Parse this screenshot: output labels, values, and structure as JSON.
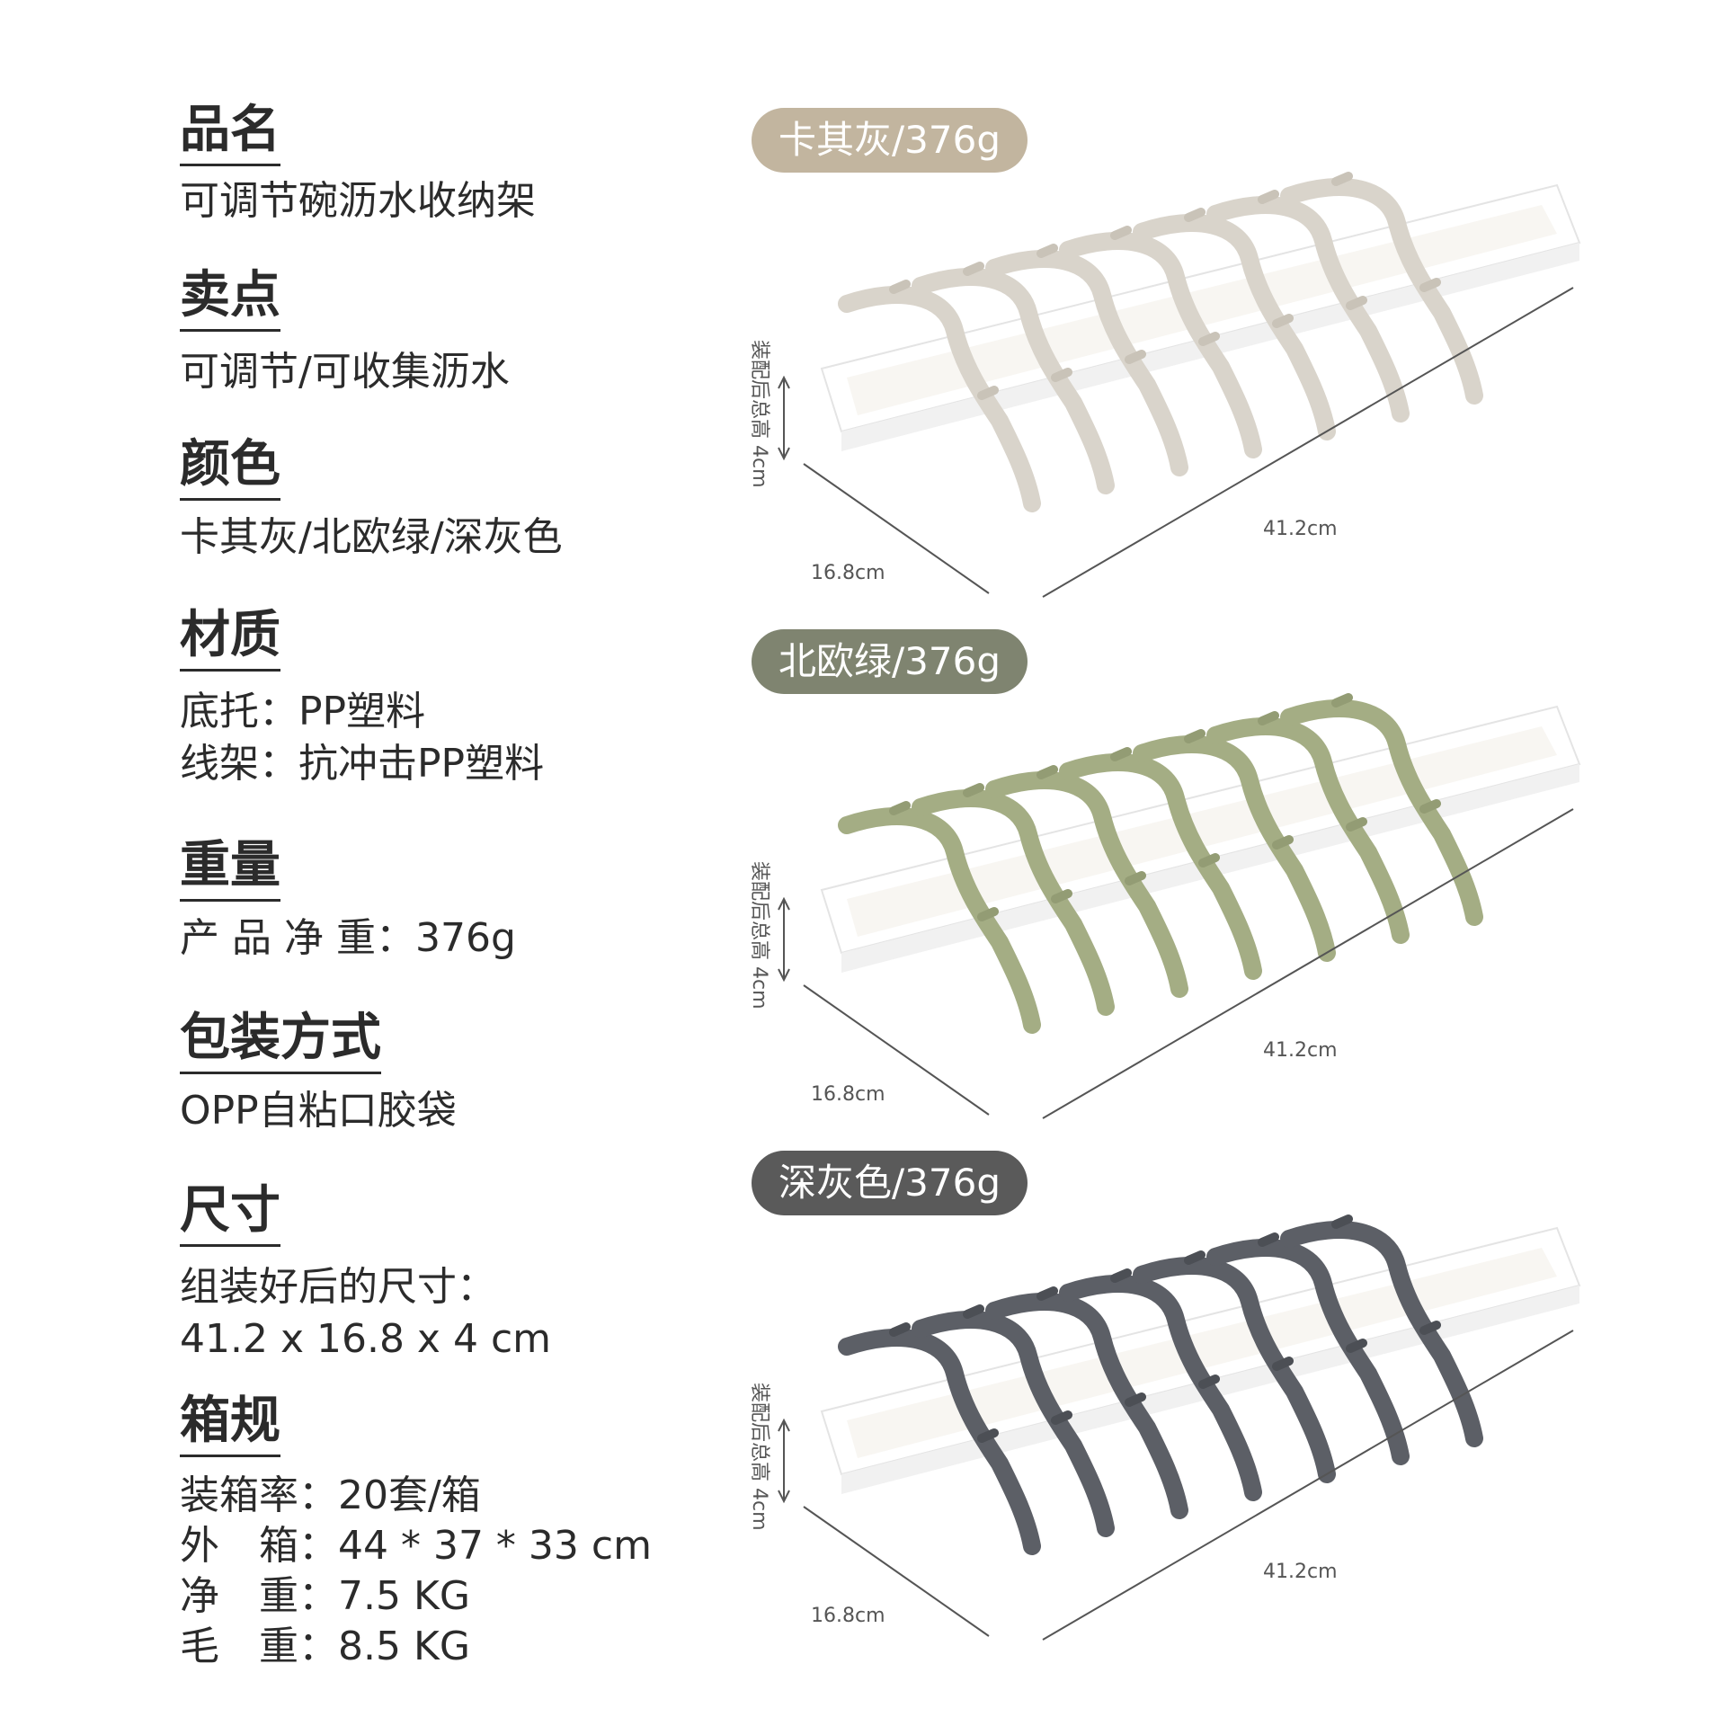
{
  "specs": {
    "name": {
      "heading": "品名",
      "lines": [
        "可调节碗沥水收纳架"
      ]
    },
    "selling_points": {
      "heading": "卖点",
      "lines": [
        "可调节/可收集沥水"
      ]
    },
    "colors": {
      "heading": "颜色",
      "lines": [
        "卡其灰/北欧绿/深灰色"
      ]
    },
    "material": {
      "heading": "材质",
      "lines": [
        "底托：PP塑料",
        "线架：抗冲击PP塑料"
      ]
    },
    "weight": {
      "heading": "重量",
      "lines": [
        "产 品 净 重：376g"
      ]
    },
    "packaging": {
      "heading": "包装方式",
      "lines": [
        "OPP自粘口胶袋"
      ]
    },
    "size": {
      "heading": "尺寸",
      "lines": [
        "组装好后的尺寸：",
        "41.2 x 16.8 x 4 cm"
      ]
    },
    "carton": {
      "heading": "箱规",
      "lines": [
        "装箱率：20套/箱",
        "外　箱：44 * 37 * 33 cm",
        "净　重：7.5 KG",
        "毛　重：8.5 KG"
      ]
    }
  },
  "variants": [
    {
      "label": "卡其灰/376g",
      "tag_color": "#c2b59f",
      "rack_color": "#d9d4cb",
      "rack_shade": "#c9c3b8"
    },
    {
      "label": "北欧绿/376g",
      "tag_color": "#7f8470",
      "rack_color": "#a4ad84",
      "rack_shade": "#939c74"
    },
    {
      "label": "深灰色/376g",
      "tag_color": "#5a5a5a",
      "rack_color": "#5c5f66",
      "rack_shade": "#4c4f55"
    }
  ],
  "dimensions": {
    "length": "41.2cm",
    "width": "16.8cm",
    "height": "装配后总高 4cm"
  },
  "icons": {
    "dimension_arrow": "double-arrow-icon"
  }
}
